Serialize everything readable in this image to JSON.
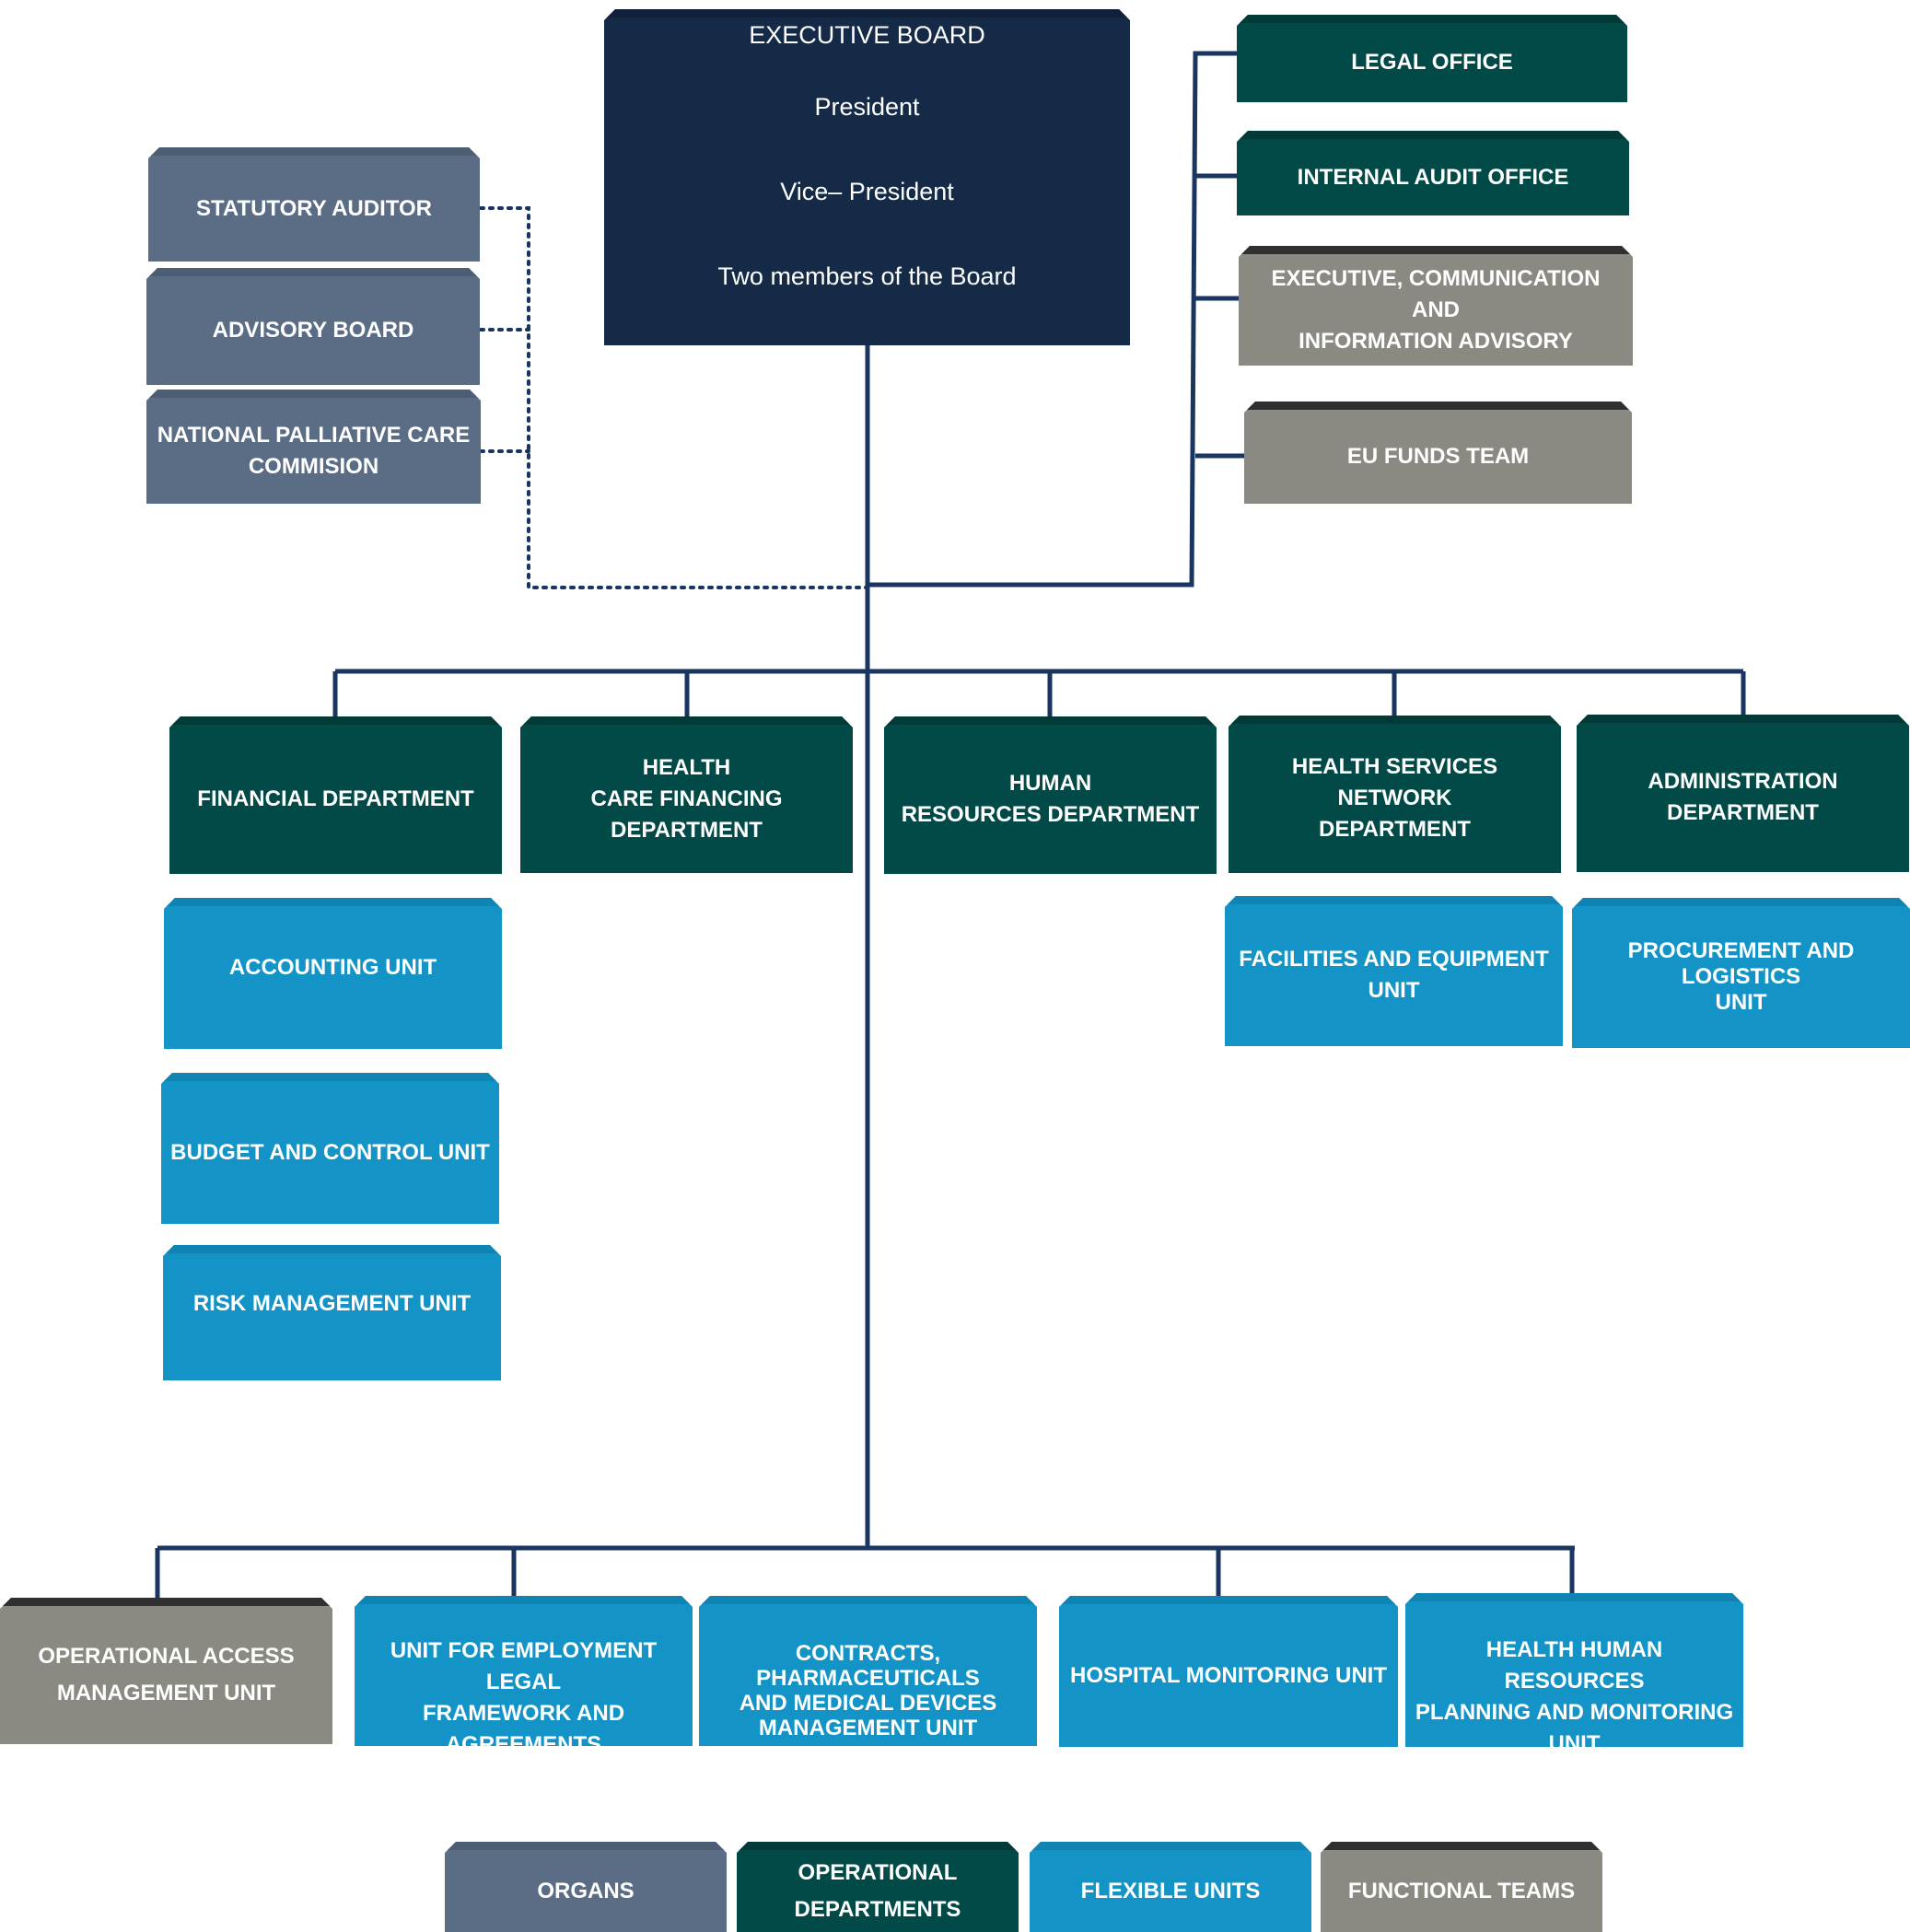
{
  "executive_board": {
    "title": "EXECUTIVE BOARD",
    "members": [
      "President",
      "Vice– President",
      "Two members of the Board"
    ]
  },
  "organs": {
    "statutory_auditor": "STATUTORY AUDITOR",
    "advisory_board": "ADVISORY BOARD",
    "palliative_line1": "NATIONAL PALLIATIVE CARE",
    "palliative_line2": "COMMISION"
  },
  "offices": {
    "legal": "LEGAL OFFICE",
    "internal_audit": "INTERNAL AUDIT OFFICE",
    "executive_comm_line1": "EXECUTIVE, COMMUNICATION AND",
    "executive_comm_line2": "INFORMATION ADVISORY",
    "eu_funds": "EU FUNDS TEAM"
  },
  "departments": {
    "financial": "FINANCIAL DEPARTMENT",
    "health_care_financing_line1": "HEALTH",
    "health_care_financing_line2": "CARE FINANCING DEPARTMENT",
    "human_resources_line1": "HUMAN",
    "human_resources_line2": "RESOURCES DEPARTMENT",
    "health_services_network_line1": "HEALTH SERVICES NETWORK",
    "health_services_network_line2": "DEPARTMENT",
    "administration": "ADMINISTRATION DEPARTMENT"
  },
  "financial_units": {
    "accounting": "ACCOUNTING UNIT",
    "budget_control": "BUDGET AND CONTROL UNIT",
    "risk_management": "RISK MANAGEMENT UNIT"
  },
  "admin_units": {
    "facilities_equipment": "FACILITIES AND EQUIPMENT UNIT",
    "procurement_line1": "PROCUREMENT AND LOGISTICS",
    "procurement_line2": "UNIT"
  },
  "bottom_units": {
    "operational_access_line1": "OPERATIONAL ACCESS",
    "operational_access_line2": "MANAGEMENT UNIT",
    "employment_legal_line1": "UNIT FOR EMPLOYMENT LEGAL",
    "employment_legal_line2": "FRAMEWORK AND AGREEMENTS",
    "contracts_line1": "CONTRACTS, PHARMACEUTICALS",
    "contracts_line2": "AND MEDICAL DEVICES",
    "contracts_line3": "MANAGEMENT UNIT",
    "hospital_monitoring": "HOSPITAL MONITORING UNIT",
    "health_hr_line1": "HEALTH HUMAN RESOURCES",
    "health_hr_line2": "PLANNING AND MONITORING UNIT"
  },
  "legend": {
    "organs": "ORGANS",
    "operational_departments_line1": "OPERATIONAL",
    "operational_departments_line2": "DEPARTMENTS",
    "flexible_units": "FLEXIBLE UNITS",
    "functional_teams": "FUNCTIONAL TEAMS"
  },
  "colors": {
    "connector": "#1a3560",
    "organs": "#5b6c85",
    "operational_departments": "#024a47",
    "flexible_units": "#1494c6",
    "functional_teams": "#8b8a82",
    "executive_board": "#142a47"
  }
}
